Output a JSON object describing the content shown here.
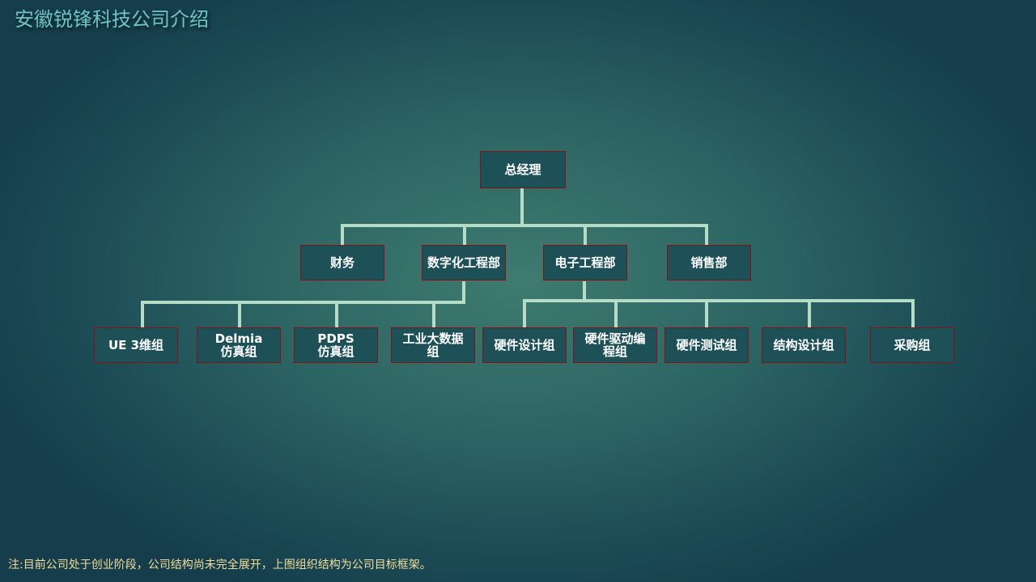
{
  "title": "安徽锐锋科技公司介绍",
  "org": {
    "root": "总经理",
    "level2": [
      "财务",
      "数字化工程部",
      "电子工程部",
      "销售部"
    ],
    "level3": [
      "UE 3维组",
      "Delmia\n仿真组",
      "PDPS\n仿真组",
      "工业大数据\n组",
      "硬件设计组",
      "硬件驱动编\n程组",
      "硬件测试组",
      "结构设计组",
      "采购组"
    ]
  },
  "note": "注:目前公司处于创业阶段，公司结构尚未完全展开，上图组织结构为公司目标框架。"
}
